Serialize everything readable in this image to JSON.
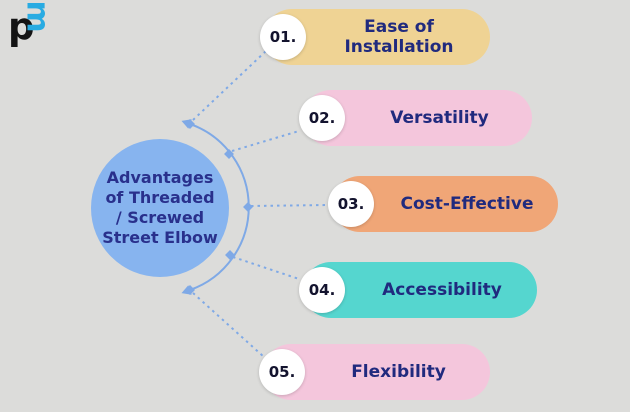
{
  "background_color": "#dcdcda",
  "logo": {
    "letter_black": "p",
    "letter_blue": "m",
    "blue_color": "#29abe2",
    "black_color": "#141414"
  },
  "center": {
    "title": "Advantages of Threaded / Screwed Street Elbow",
    "title_lines": [
      "Advantages",
      "of Threaded",
      "/ Screwed",
      "Street Elbow"
    ],
    "circle_color": "#87b4ef",
    "text_color": "#29308c"
  },
  "connector": {
    "line_color": "#7fa9e6",
    "style": "dotted-lines-from-arc-with-diamond-nodes-and-arrowheads"
  },
  "items": [
    {
      "number": "01.",
      "label": "Ease of Installation",
      "color": "#efd394"
    },
    {
      "number": "02.",
      "label": "Versatility",
      "color": "#f4c6dc"
    },
    {
      "number": "03.",
      "label": "Cost-Effective",
      "color": "#f0a677"
    },
    {
      "number": "04.",
      "label": "Accessibility",
      "color": "#55d6cf"
    },
    {
      "number": "05.",
      "label": "Flexibility",
      "color": "#f4c6dc"
    }
  ],
  "item_text_color": "#202a7e",
  "number_text_color": "#13132e"
}
